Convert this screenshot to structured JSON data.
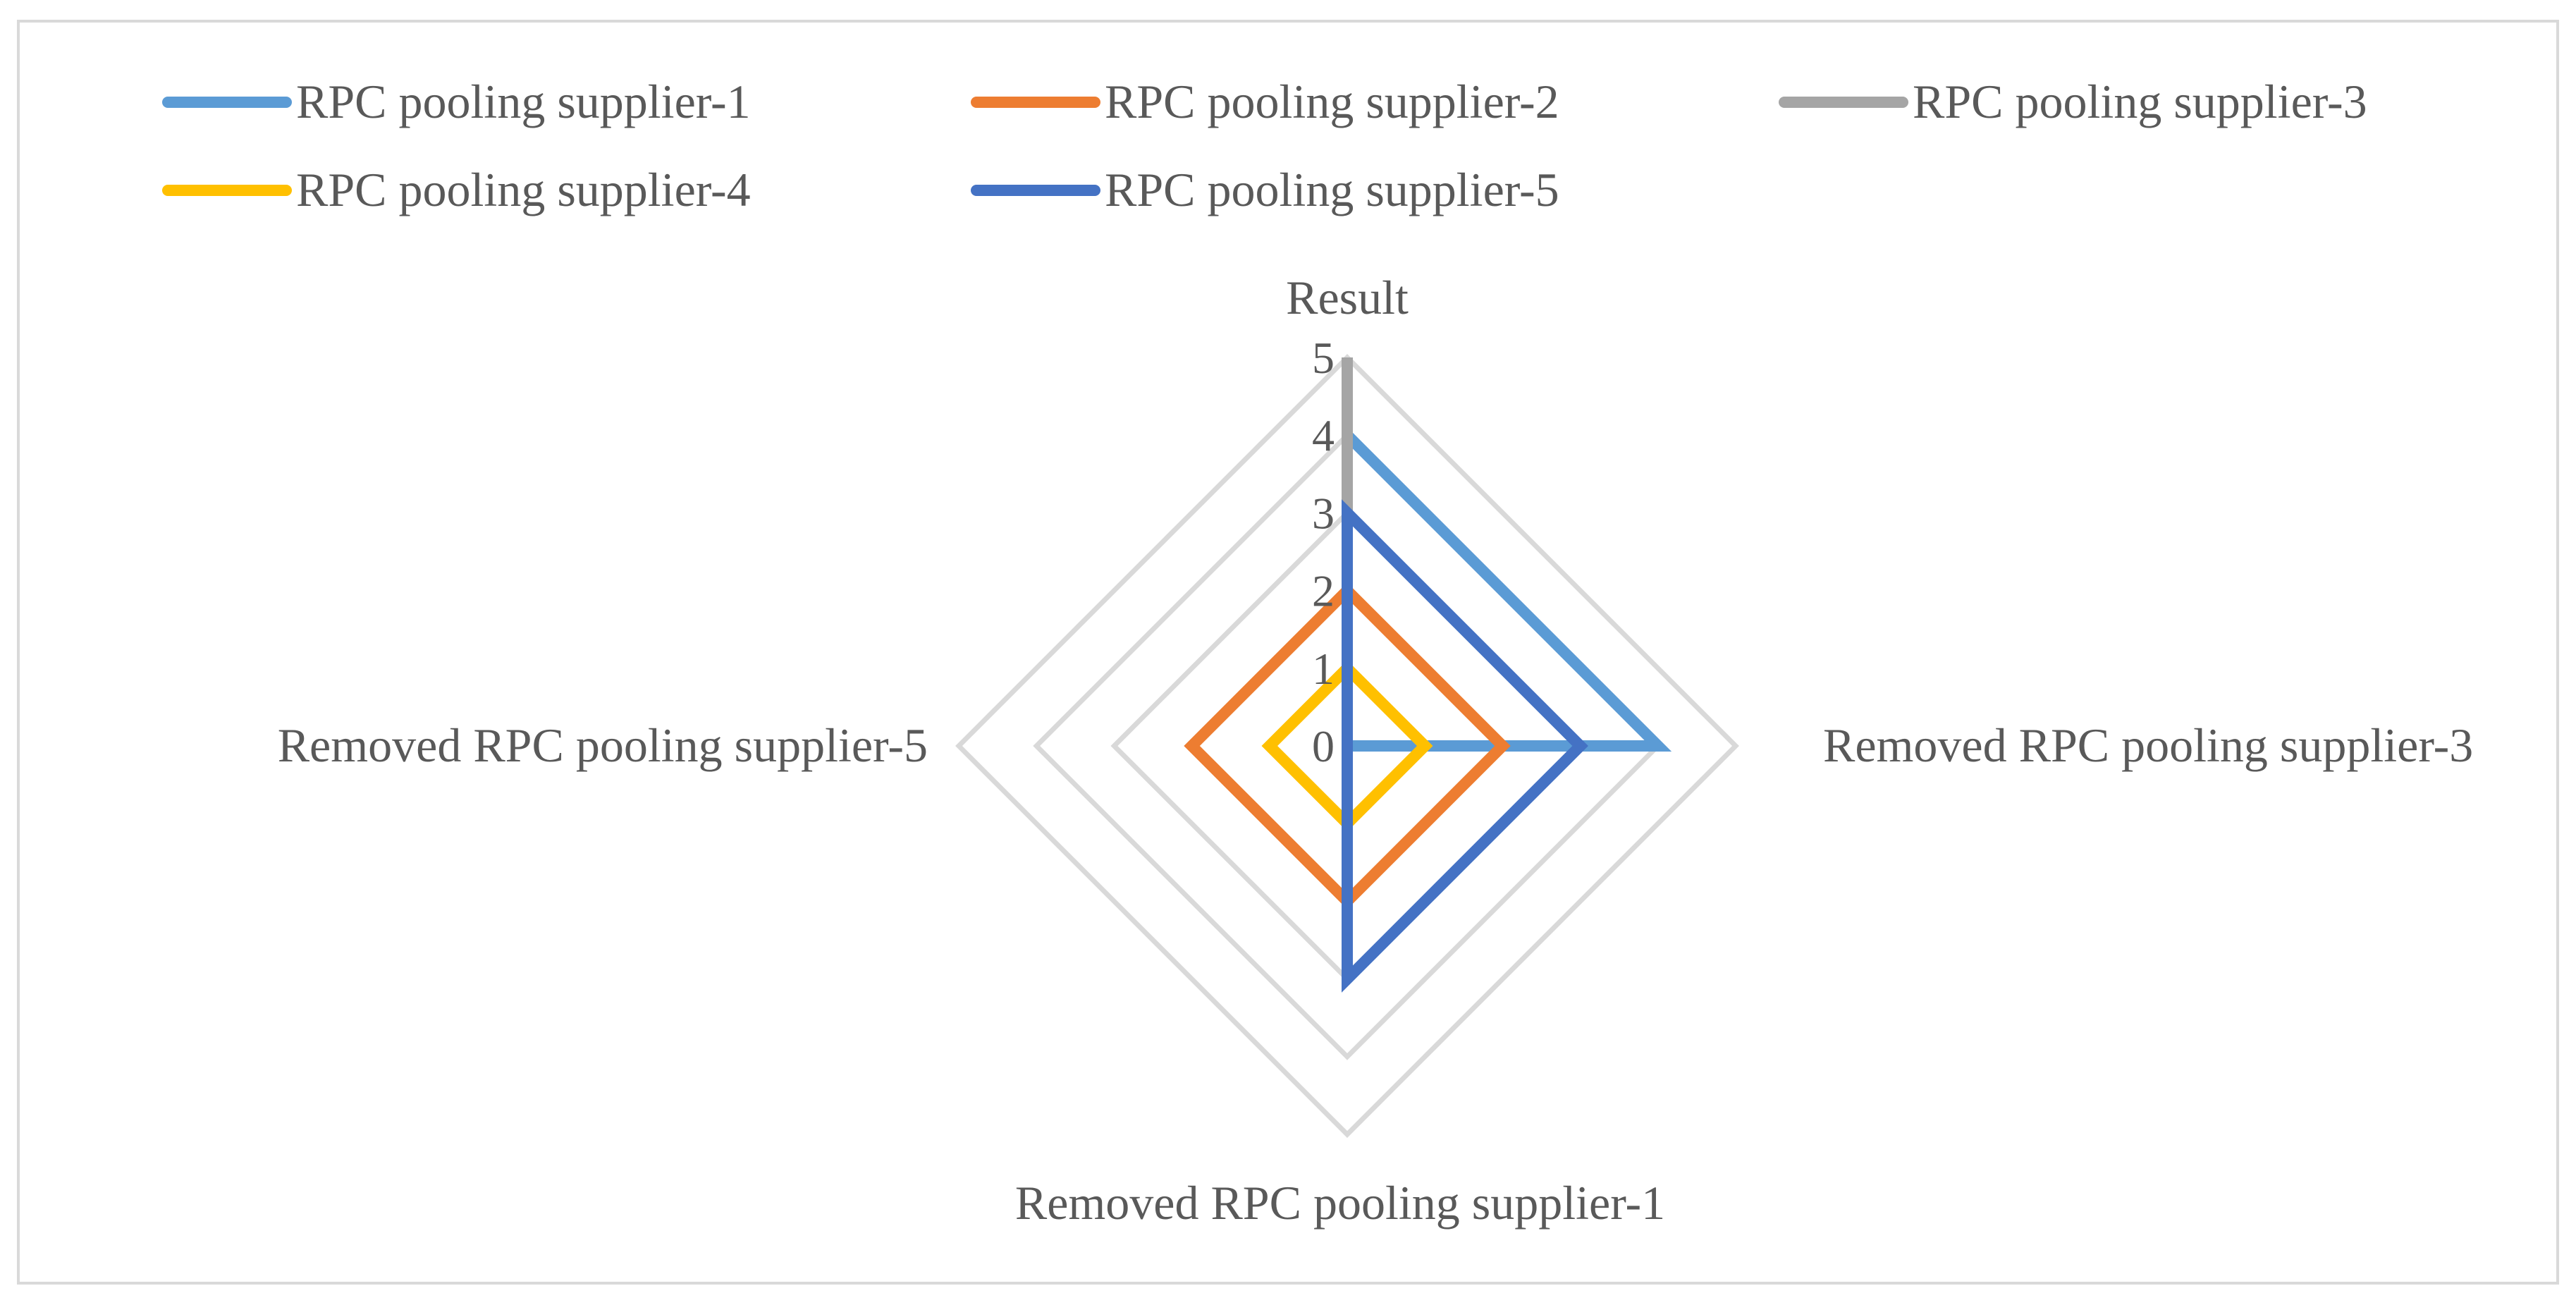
{
  "chart_data": {
    "type": "radar",
    "axes": [
      "Result",
      "Removed RPC pooling supplier-3",
      "Removed RPC pooling supplier-1",
      "Removed RPC pooling supplier-5"
    ],
    "rlim": [
      0,
      5
    ],
    "ticks": [
      "0",
      "1",
      "2",
      "3",
      "4",
      "5"
    ],
    "grid": true,
    "legend_position": "top",
    "series": [
      {
        "name": "RPC pooling supplier-1",
        "color": "#5B9BD5",
        "values": [
          4,
          4,
          0,
          0
        ]
      },
      {
        "name": "RPC pooling supplier-2",
        "color": "#ED7D31",
        "values": [
          2,
          2,
          2,
          2
        ]
      },
      {
        "name": "RPC pooling supplier-3",
        "color": "#A5A5A5",
        "values": [
          5,
          0,
          0,
          0
        ]
      },
      {
        "name": "RPC pooling supplier-4",
        "color": "#FFC000",
        "values": [
          1,
          1,
          1,
          1
        ]
      },
      {
        "name": "RPC pooling supplier-5",
        "color": "#4472C4",
        "values": [
          3,
          3,
          3,
          0
        ]
      }
    ]
  }
}
